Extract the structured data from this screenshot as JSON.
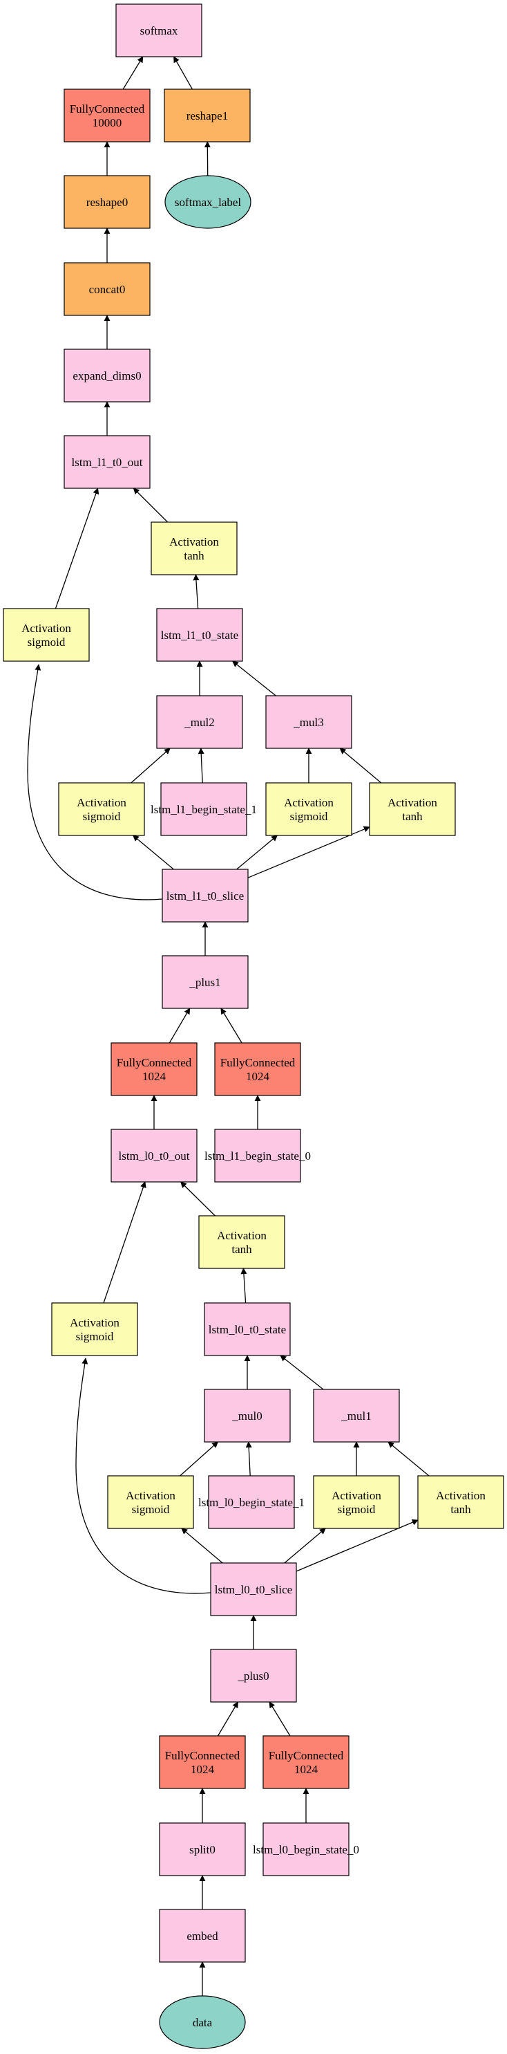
{
  "colors": {
    "pink": "#fcc8e4",
    "salmon": "#fc8372",
    "orange": "#fcb462",
    "yellow": "#fcfcb2",
    "teal": "#8dd3c7"
  },
  "nodes": [
    {
      "id": "softmax",
      "lines": [
        "softmax"
      ],
      "color": "pink",
      "shape": "box"
    },
    {
      "id": "fc_10000",
      "lines": [
        "FullyConnected",
        "10000"
      ],
      "color": "salmon",
      "shape": "box"
    },
    {
      "id": "reshape1",
      "lines": [
        "reshape1"
      ],
      "color": "orange",
      "shape": "box"
    },
    {
      "id": "softmax_label",
      "lines": [
        "softmax_label"
      ],
      "color": "teal",
      "shape": "ellipse"
    },
    {
      "id": "reshape0",
      "lines": [
        "reshape0"
      ],
      "color": "orange",
      "shape": "box"
    },
    {
      "id": "concat0",
      "lines": [
        "concat0"
      ],
      "color": "orange",
      "shape": "box"
    },
    {
      "id": "expand_dims0",
      "lines": [
        "expand_dims0"
      ],
      "color": "pink",
      "shape": "box"
    },
    {
      "id": "lstm_l1_t0_out",
      "lines": [
        "lstm_l1_t0_out"
      ],
      "color": "pink",
      "shape": "box"
    },
    {
      "id": "l1_act_tanh_out",
      "lines": [
        "Activation",
        "tanh"
      ],
      "color": "yellow",
      "shape": "box"
    },
    {
      "id": "l1_act_sigmoid_out",
      "lines": [
        "Activation",
        "sigmoid"
      ],
      "color": "yellow",
      "shape": "box"
    },
    {
      "id": "lstm_l1_t0_state",
      "lines": [
        "lstm_l1_t0_state"
      ],
      "color": "pink",
      "shape": "box"
    },
    {
      "id": "mul2",
      "lines": [
        "_mul2"
      ],
      "color": "pink",
      "shape": "box"
    },
    {
      "id": "mul3",
      "lines": [
        "_mul3"
      ],
      "color": "pink",
      "shape": "box"
    },
    {
      "id": "l1_act_sigmoid_a",
      "lines": [
        "Activation",
        "sigmoid"
      ],
      "color": "yellow",
      "shape": "box"
    },
    {
      "id": "lstm_l1_begin_state_1",
      "lines": [
        "lstm_l1_begin_state_1"
      ],
      "color": "pink",
      "shape": "box"
    },
    {
      "id": "l1_act_sigmoid_b",
      "lines": [
        "Activation",
        "sigmoid"
      ],
      "color": "yellow",
      "shape": "box"
    },
    {
      "id": "l1_act_tanh_b",
      "lines": [
        "Activation",
        "tanh"
      ],
      "color": "yellow",
      "shape": "box"
    },
    {
      "id": "lstm_l1_t0_slice",
      "lines": [
        "lstm_l1_t0_slice"
      ],
      "color": "pink",
      "shape": "box"
    },
    {
      "id": "plus1",
      "lines": [
        "_plus1"
      ],
      "color": "pink",
      "shape": "box"
    },
    {
      "id": "fc_1024_c",
      "lines": [
        "FullyConnected",
        "1024"
      ],
      "color": "salmon",
      "shape": "box"
    },
    {
      "id": "fc_1024_d",
      "lines": [
        "FullyConnected",
        "1024"
      ],
      "color": "salmon",
      "shape": "box"
    },
    {
      "id": "lstm_l0_t0_out",
      "lines": [
        "lstm_l0_t0_out"
      ],
      "color": "pink",
      "shape": "box"
    },
    {
      "id": "lstm_l1_begin_state_0",
      "lines": [
        "lstm_l1_begin_state_0"
      ],
      "color": "pink",
      "shape": "box"
    },
    {
      "id": "l0_act_tanh_out",
      "lines": [
        "Activation",
        "tanh"
      ],
      "color": "yellow",
      "shape": "box"
    },
    {
      "id": "l0_act_sigmoid_out",
      "lines": [
        "Activation",
        "sigmoid"
      ],
      "color": "yellow",
      "shape": "box"
    },
    {
      "id": "lstm_l0_t0_state",
      "lines": [
        "lstm_l0_t0_state"
      ],
      "color": "pink",
      "shape": "box"
    },
    {
      "id": "mul0",
      "lines": [
        "_mul0"
      ],
      "color": "pink",
      "shape": "box"
    },
    {
      "id": "mul1",
      "lines": [
        "_mul1"
      ],
      "color": "pink",
      "shape": "box"
    },
    {
      "id": "l0_act_sigmoid_a",
      "lines": [
        "Activation",
        "sigmoid"
      ],
      "color": "yellow",
      "shape": "box"
    },
    {
      "id": "lstm_l0_begin_state_1",
      "lines": [
        "lstm_l0_begin_state_1"
      ],
      "color": "pink",
      "shape": "box"
    },
    {
      "id": "l0_act_sigmoid_b",
      "lines": [
        "Activation",
        "sigmoid"
      ],
      "color": "yellow",
      "shape": "box"
    },
    {
      "id": "l0_act_tanh_b",
      "lines": [
        "Activation",
        "tanh"
      ],
      "color": "yellow",
      "shape": "box"
    },
    {
      "id": "lstm_l0_t0_slice",
      "lines": [
        "lstm_l0_t0_slice"
      ],
      "color": "pink",
      "shape": "box"
    },
    {
      "id": "plus0",
      "lines": [
        "_plus0"
      ],
      "color": "pink",
      "shape": "box"
    },
    {
      "id": "fc_1024_a",
      "lines": [
        "FullyConnected",
        "1024"
      ],
      "color": "salmon",
      "shape": "box"
    },
    {
      "id": "fc_1024_b",
      "lines": [
        "FullyConnected",
        "1024"
      ],
      "color": "salmon",
      "shape": "box"
    },
    {
      "id": "split0",
      "lines": [
        "split0"
      ],
      "color": "pink",
      "shape": "box"
    },
    {
      "id": "lstm_l0_begin_state_0",
      "lines": [
        "lstm_l0_begin_state_0"
      ],
      "color": "pink",
      "shape": "box"
    },
    {
      "id": "embed",
      "lines": [
        "embed"
      ],
      "color": "pink",
      "shape": "box"
    },
    {
      "id": "data",
      "lines": [
        "data"
      ],
      "color": "teal",
      "shape": "ellipse"
    }
  ],
  "edges": [
    {
      "from": "fc_10000",
      "to": "softmax"
    },
    {
      "from": "reshape1",
      "to": "softmax"
    },
    {
      "from": "softmax_label",
      "to": "reshape1"
    },
    {
      "from": "reshape0",
      "to": "fc_10000"
    },
    {
      "from": "concat0",
      "to": "reshape0"
    },
    {
      "from": "expand_dims0",
      "to": "concat0"
    },
    {
      "from": "lstm_l1_t0_out",
      "to": "expand_dims0"
    },
    {
      "from": "l1_act_tanh_out",
      "to": "lstm_l1_t0_out"
    },
    {
      "from": "l1_act_sigmoid_out",
      "to": "lstm_l1_t0_out"
    },
    {
      "from": "lstm_l1_t0_state",
      "to": "l1_act_tanh_out"
    },
    {
      "from": "mul2",
      "to": "lstm_l1_t0_state"
    },
    {
      "from": "mul3",
      "to": "lstm_l1_t0_state"
    },
    {
      "from": "l1_act_sigmoid_a",
      "to": "mul2"
    },
    {
      "from": "lstm_l1_begin_state_1",
      "to": "mul2"
    },
    {
      "from": "l1_act_sigmoid_b",
      "to": "mul3"
    },
    {
      "from": "l1_act_tanh_b",
      "to": "mul3"
    },
    {
      "from": "lstm_l1_t0_slice",
      "to": "l1_act_sigmoid_a"
    },
    {
      "from": "lstm_l1_t0_slice",
      "to": "l1_act_sigmoid_b"
    },
    {
      "from": "lstm_l1_t0_slice",
      "to": "l1_act_tanh_b"
    },
    {
      "from": "lstm_l1_t0_slice",
      "to": "l1_act_sigmoid_out"
    },
    {
      "from": "plus1",
      "to": "lstm_l1_t0_slice"
    },
    {
      "from": "fc_1024_c",
      "to": "plus1"
    },
    {
      "from": "fc_1024_d",
      "to": "plus1"
    },
    {
      "from": "lstm_l0_t0_out",
      "to": "fc_1024_c"
    },
    {
      "from": "lstm_l1_begin_state_0",
      "to": "fc_1024_d"
    },
    {
      "from": "l0_act_tanh_out",
      "to": "lstm_l0_t0_out"
    },
    {
      "from": "l0_act_sigmoid_out",
      "to": "lstm_l0_t0_out"
    },
    {
      "from": "lstm_l0_t0_state",
      "to": "l0_act_tanh_out"
    },
    {
      "from": "mul0",
      "to": "lstm_l0_t0_state"
    },
    {
      "from": "mul1",
      "to": "lstm_l0_t0_state"
    },
    {
      "from": "l0_act_sigmoid_a",
      "to": "mul0"
    },
    {
      "from": "lstm_l0_begin_state_1",
      "to": "mul0"
    },
    {
      "from": "l0_act_sigmoid_b",
      "to": "mul1"
    },
    {
      "from": "l0_act_tanh_b",
      "to": "mul1"
    },
    {
      "from": "lstm_l0_t0_slice",
      "to": "l0_act_sigmoid_a"
    },
    {
      "from": "lstm_l0_t0_slice",
      "to": "l0_act_sigmoid_b"
    },
    {
      "from": "lstm_l0_t0_slice",
      "to": "l0_act_tanh_b"
    },
    {
      "from": "lstm_l0_t0_slice",
      "to": "l0_act_sigmoid_out"
    },
    {
      "from": "plus0",
      "to": "lstm_l0_t0_slice"
    },
    {
      "from": "fc_1024_a",
      "to": "plus0"
    },
    {
      "from": "fc_1024_b",
      "to": "plus0"
    },
    {
      "from": "split0",
      "to": "fc_1024_a"
    },
    {
      "from": "lstm_l0_begin_state_0",
      "to": "fc_1024_b"
    },
    {
      "from": "embed",
      "to": "split0"
    },
    {
      "from": "data",
      "to": "embed"
    }
  ]
}
